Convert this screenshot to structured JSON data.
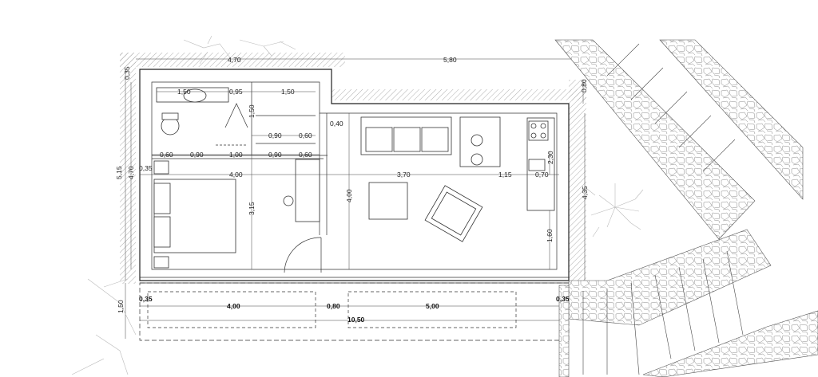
{
  "plan": {
    "dims": {
      "top_left_width": "4,70",
      "top_right_width": "5,80",
      "wall_top_left": "0,35",
      "wall_right_top": "0,80",
      "bath_a": "1,50",
      "bath_b": "0,95",
      "bath_c": "1,50",
      "bath_height": "1,50",
      "closet_a": "0,90",
      "closet_b": "0,60",
      "closet_c": "0,40",
      "row_a": "0,60",
      "row_b": "0,90",
      "row_c": "1,00",
      "row_d": "0,90",
      "row_e": "0,60",
      "left_wall": "0,35",
      "overall_height": "5,15",
      "inner_height": "4,70",
      "bed_width": "4,00",
      "living_width": "3,70",
      "kitchen_a": "1,15",
      "kitchen_b": "0,70",
      "kitchen_height": "2,30",
      "bed_room_height": "3,15",
      "living_height": "4,00",
      "right_height": "4,35",
      "right_lower": "1,60",
      "terrace_depth": "1,50",
      "terrace_left": "0,35",
      "terrace_a": "4,00",
      "terrace_b": "0,80",
      "terrace_c": "5,00",
      "terrace_right": "0,35",
      "terrace_total": "10,50"
    }
  }
}
